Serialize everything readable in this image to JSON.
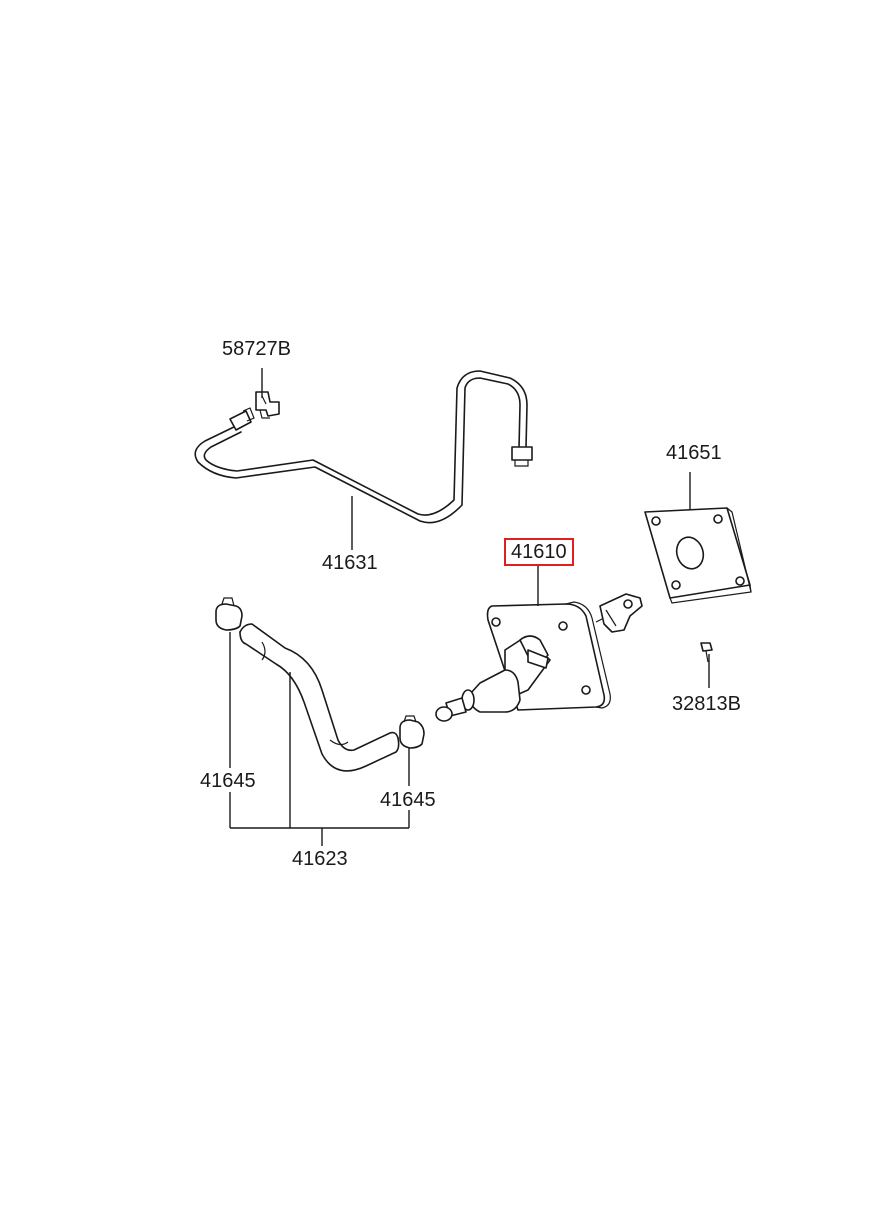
{
  "diagram": {
    "labels": {
      "p58727B": "58727B",
      "p41631": "41631",
      "p41651": "41651",
      "p41610": "41610",
      "p41645_left": "41645",
      "p41645_right": "41645",
      "p32813B": "32813B",
      "p41623": "41623"
    },
    "highlighted_part": "41610",
    "highlight_color": "#e02020",
    "line_color": "#1a1a1a"
  }
}
